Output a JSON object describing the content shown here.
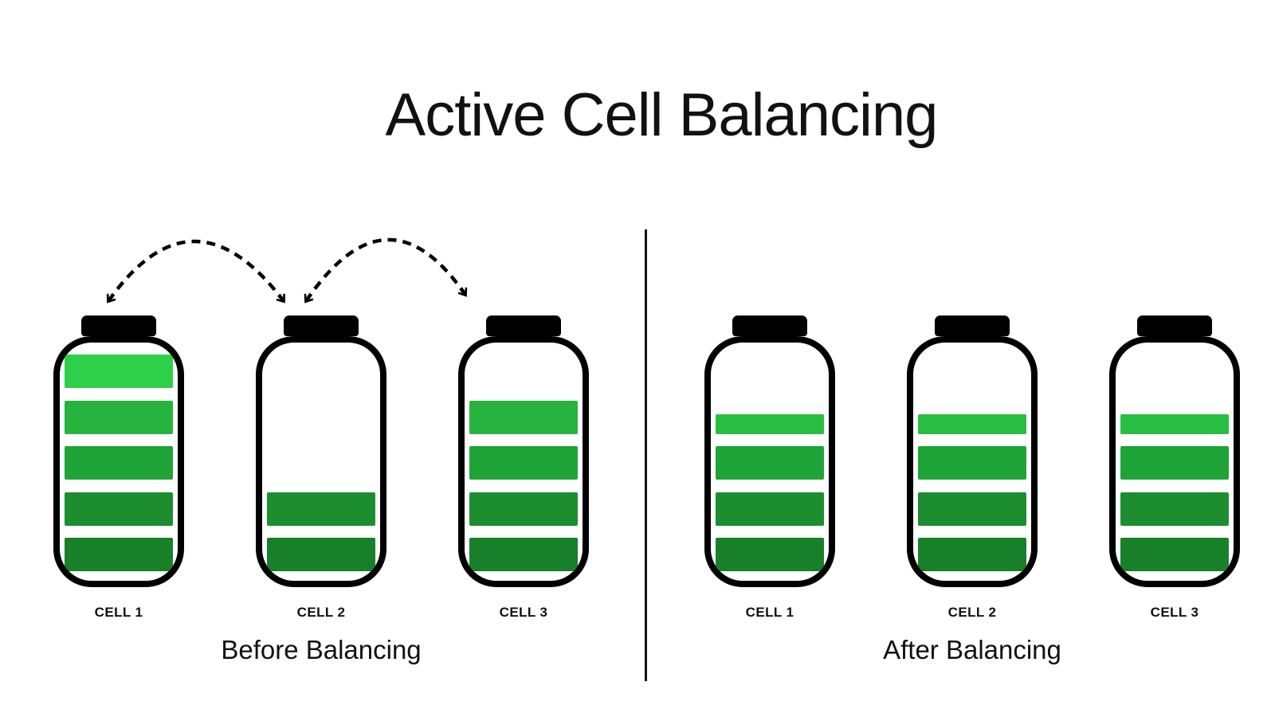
{
  "title": "Active Cell Balancing",
  "colors": {
    "outline": "#000000",
    "background": "#ffffff",
    "bar_palette": {
      "level5": "#2ED04A",
      "level4": "#26B43E",
      "level3": "#1FA437",
      "level2": "#1C8E2F",
      "level1": "#188029",
      "partial_top": "#28BE42"
    }
  },
  "panels": [
    {
      "id": "before",
      "caption": "Before Balancing",
      "cells": [
        {
          "label": "CELL 1",
          "charge_bars": 5,
          "bars": [
            {
              "slot": 5,
              "fill": 1,
              "color": "#2ED04A"
            },
            {
              "slot": 4,
              "fill": 1,
              "color": "#26B43E"
            },
            {
              "slot": 3,
              "fill": 1,
              "color": "#1FA437"
            },
            {
              "slot": 2,
              "fill": 1,
              "color": "#1C8E2F"
            },
            {
              "slot": 1,
              "fill": 1,
              "color": "#188029"
            }
          ]
        },
        {
          "label": "CELL 2",
          "charge_bars": 2,
          "bars": [
            {
              "slot": 2,
              "fill": 1,
              "color": "#1C8E2F"
            },
            {
              "slot": 1,
              "fill": 1,
              "color": "#188029"
            }
          ]
        },
        {
          "label": "CELL 3",
          "charge_bars": 4,
          "bars": [
            {
              "slot": 4,
              "fill": 1,
              "color": "#26B43E"
            },
            {
              "slot": 3,
              "fill": 1,
              "color": "#1FA437"
            },
            {
              "slot": 2,
              "fill": 1,
              "color": "#1C8E2F"
            },
            {
              "slot": 1,
              "fill": 1,
              "color": "#188029"
            }
          ]
        }
      ]
    },
    {
      "id": "after",
      "caption": "After Balancing",
      "cells": [
        {
          "label": "CELL 1",
          "charge_bars": 3.6,
          "bars": [
            {
              "slot": 4,
              "fill": 0.6,
              "color": "#28BE42"
            },
            {
              "slot": 3,
              "fill": 1,
              "color": "#1FA437"
            },
            {
              "slot": 2,
              "fill": 1,
              "color": "#1C8E2F"
            },
            {
              "slot": 1,
              "fill": 1,
              "color": "#188029"
            }
          ]
        },
        {
          "label": "CELL 2",
          "charge_bars": 3.6,
          "bars": [
            {
              "slot": 4,
              "fill": 0.6,
              "color": "#28BE42"
            },
            {
              "slot": 3,
              "fill": 1,
              "color": "#1FA437"
            },
            {
              "slot": 2,
              "fill": 1,
              "color": "#1C8E2F"
            },
            {
              "slot": 1,
              "fill": 1,
              "color": "#188029"
            }
          ]
        },
        {
          "label": "CELL 3",
          "charge_bars": 3.6,
          "bars": [
            {
              "slot": 4,
              "fill": 0.6,
              "color": "#28BE42"
            },
            {
              "slot": 3,
              "fill": 1,
              "color": "#1FA437"
            },
            {
              "slot": 2,
              "fill": 1,
              "color": "#1C8E2F"
            },
            {
              "slot": 1,
              "fill": 1,
              "color": "#188029"
            }
          ]
        }
      ]
    }
  ],
  "arrows": [
    {
      "from": "cell-1",
      "to": "cell-2",
      "bidirectional": true,
      "style": "dashed-arc"
    },
    {
      "from": "cell-2",
      "to": "cell-3",
      "bidirectional": true,
      "style": "dashed-arc"
    }
  ]
}
